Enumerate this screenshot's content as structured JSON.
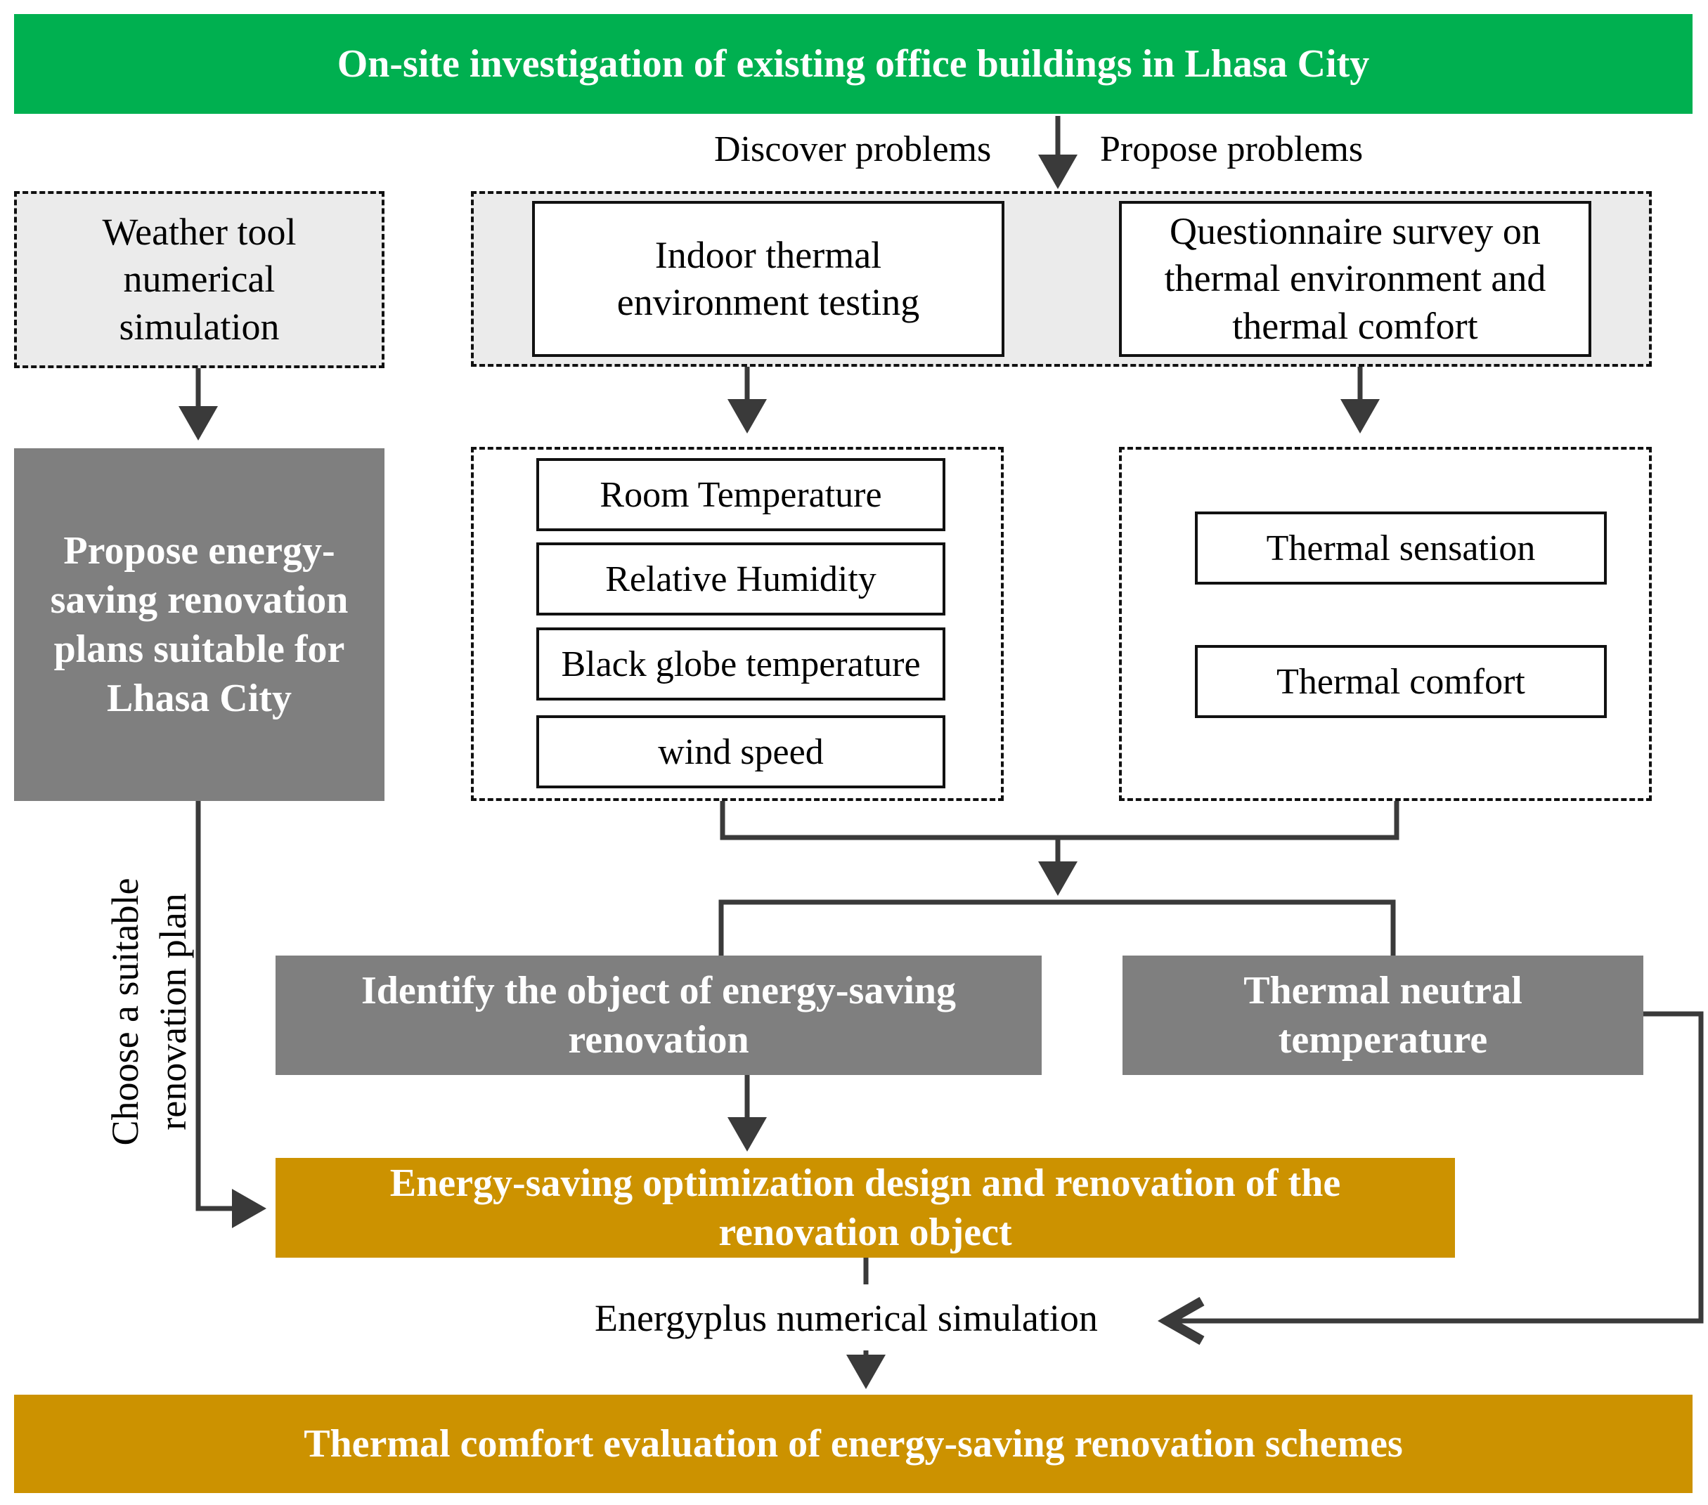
{
  "top_banner": "On-site investigation of existing office buildings in Lhasa City",
  "labels": {
    "discover": "Discover problems",
    "propose": "Propose problems",
    "choose_line1": "Choose a suitable",
    "choose_line2": "renovation plan",
    "energyplus": "Energyplus numerical simulation"
  },
  "weather_tool": [
    "Weather tool",
    "numerical",
    "simulation"
  ],
  "propose_plans": [
    "Propose energy-",
    "saving renovation",
    "plans suitable for",
    "Lhasa City"
  ],
  "indoor_testing": [
    "Indoor thermal",
    "environment testing"
  ],
  "questionnaire": [
    "Questionnaire survey on",
    "thermal environment and",
    "thermal comfort"
  ],
  "parameters": [
    "Room Temperature",
    "Relative Humidity",
    "Black globe temperature",
    "wind speed"
  ],
  "survey_items": [
    "Thermal sensation",
    "Thermal comfort"
  ],
  "identify_object": [
    "Identify the object of energy-saving",
    "renovation"
  ],
  "neutral_temp": [
    "Thermal neutral",
    "temperature"
  ],
  "optimization": [
    "Energy-saving optimization design and renovation of the",
    "renovation object"
  ],
  "bottom_banner": "Thermal comfort evaluation of energy-saving renovation schemes",
  "colors": {
    "green": "#00b050",
    "dark_gray": "#7f7f7f",
    "gold": "#cc9200",
    "light_gray": "#ebebeb",
    "line": "#3a3a3a"
  }
}
